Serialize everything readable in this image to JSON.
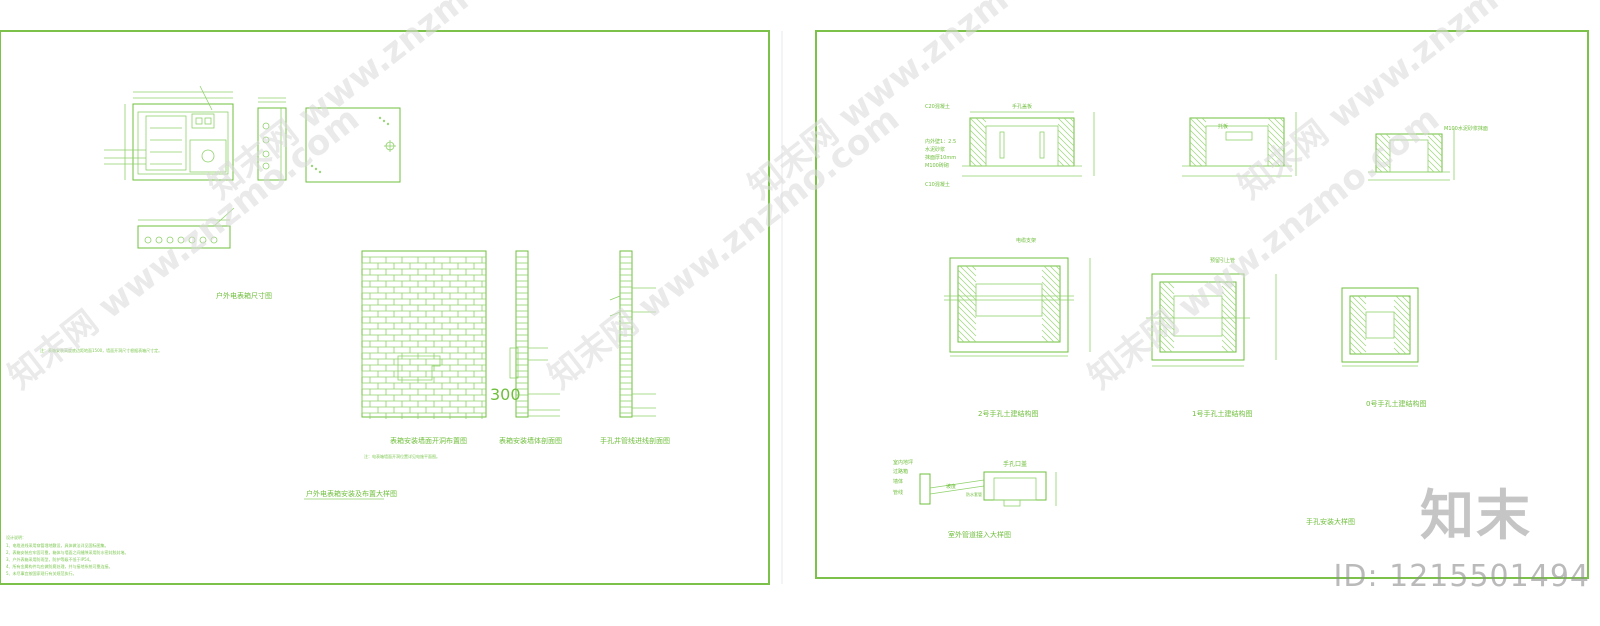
{
  "left_sheet": {
    "title_main": "户外电表箱安装及布置大样图",
    "caption_box_front": "户外电表箱尺寸图",
    "caption_wall_front": "表箱安装墙面开洞布置图",
    "caption_wall_section1": "表箱安装墙体剖面图",
    "caption_wall_section2": "手孔井管线进线剖面图",
    "note_mid": "注：表箱安装高度底边距地面1500，墙面开洞尺寸根据表箱尺寸定。",
    "note_low": "注：电表箱墙面开洞位置详见电施平面图。",
    "dim_300": "300",
    "notes_title": "设计说明：",
    "notes": [
      "1、电缆进线采用穿管埋地敷设，具体做法详见国标图集。",
      "2、表箱安装应牢固可靠，箱体与墙面之间缝隙采用防水密封胶封堵。",
      "3、户外表箱采用防雨型，防护等级不低于IP54。",
      "4、所有金属构件均应做防腐处理，并与接地系统可靠连接。",
      "5、未尽事宜按国家现行有关规范执行。"
    ]
  },
  "right_sheet": {
    "label_c20": "C20混凝土",
    "label_cover": "手孔盖板",
    "label_wall_plaster": "内外壁1：2.5",
    "label_mortar": "水泥砂浆",
    "label_plaster_thk": "抹面厚10mm",
    "label_brick": "M100砖砌",
    "label_c10": "C10混凝土",
    "label_support": "托板",
    "label_cable_support": "电缆支架",
    "label_reserve": "预留引上管",
    "label_c30_cover": "M100水泥砂浆抹面",
    "caption_pit2": "2号手孔土建结构图",
    "caption_pit1": "1号手孔土建结构图",
    "caption_pit0": "0号手孔土建结构图",
    "caption_pipe": "室外管道接入大样图",
    "caption_install": "手孔安装大样图",
    "label_indoor": "室内地坪",
    "label_threading": "过路箱",
    "label_wall": "墙体",
    "label_pipe": "钢管",
    "label_slope": "坡度",
    "label_pit_entry": "手孔口盖",
    "label_waterproof": "防水套管",
    "label_pipe_line": "管线"
  },
  "watermarks": {
    "site": "www.znzmo.com",
    "site_cn": "知末网"
  },
  "brand": {
    "logo": "知末",
    "id": "ID: 1215501494"
  },
  "colors": {
    "frame": "#7cc24a",
    "line": "#8fd16a",
    "watermark": "#d8d8d8"
  }
}
